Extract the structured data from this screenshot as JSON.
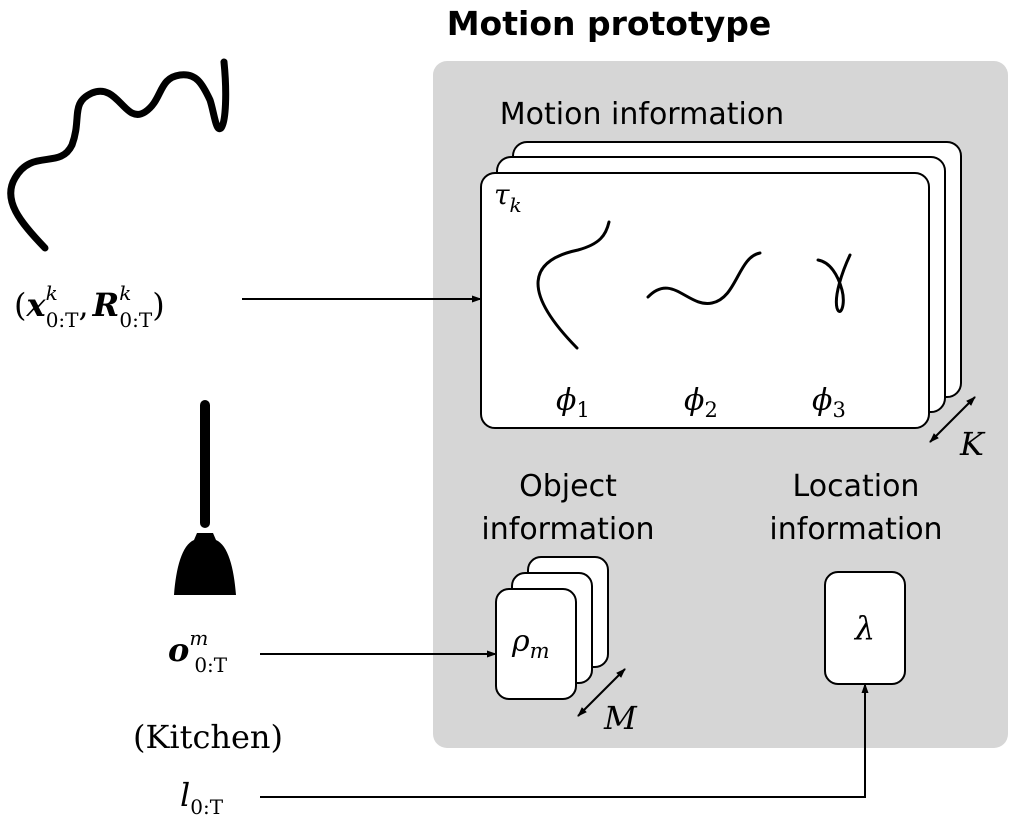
{
  "title": "Motion prototype",
  "motion_info": {
    "heading": "Motion information",
    "card_symbol": "τ",
    "card_symbol_sub": "k",
    "primitives": [
      {
        "symbol": "ϕ",
        "sub": "1"
      },
      {
        "symbol": "ϕ",
        "sub": "2"
      },
      {
        "symbol": "ϕ",
        "sub": "3"
      }
    ],
    "stack_count_label": "K"
  },
  "object_info": {
    "heading_line1": "Object",
    "heading_line2": "information",
    "card_symbol": "ρ",
    "card_symbol_sub": "m",
    "stack_count_label": "M"
  },
  "location_info": {
    "heading_line1": "Location",
    "heading_line2": "information",
    "card_symbol": "λ"
  },
  "inputs": {
    "motion": {
      "open": "(",
      "x": "x",
      "x_sup": "k",
      "x_sub": "0:T",
      "comma": ",",
      "r": "R",
      "r_sup": "k",
      "r_sub": "0:T",
      "close": ")"
    },
    "object": {
      "o": "o",
      "o_sup": "m",
      "o_sub": "0:T"
    },
    "location": {
      "example": "(Kitchen)",
      "l": "l",
      "l_sub": "0:T"
    }
  },
  "colors": {
    "panel": "#d6d6d6",
    "ink": "#000000",
    "card": "#ffffff"
  },
  "icons": [
    "trajectory-icon",
    "mop-icon"
  ]
}
